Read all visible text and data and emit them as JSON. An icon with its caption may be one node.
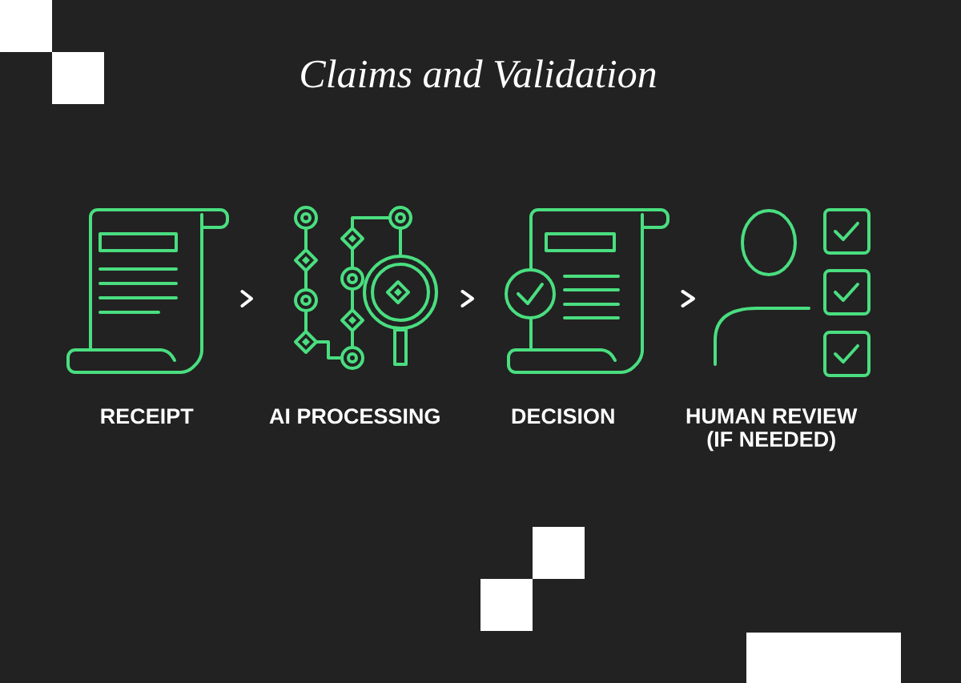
{
  "diagram": {
    "title": "Claims and Validation",
    "nodes": [
      {
        "text": [
          "RECEIPT"
        ]
      },
      {
        "text": [
          "AI PROCESSING"
        ]
      },
      {
        "text": [
          "DECISION"
        ]
      },
      {
        "text": [
          "HUMAN REVIEW (IF NEEDED)"
        ]
      }
    ],
    "edges": [
      {
        "from": 0,
        "to": 1,
        "arrow": "to"
      },
      {
        "from": 1,
        "to": 2,
        "arrow": "to"
      },
      {
        "from": 2,
        "to": 3,
        "arrow": "to"
      }
    ]
  }
}
